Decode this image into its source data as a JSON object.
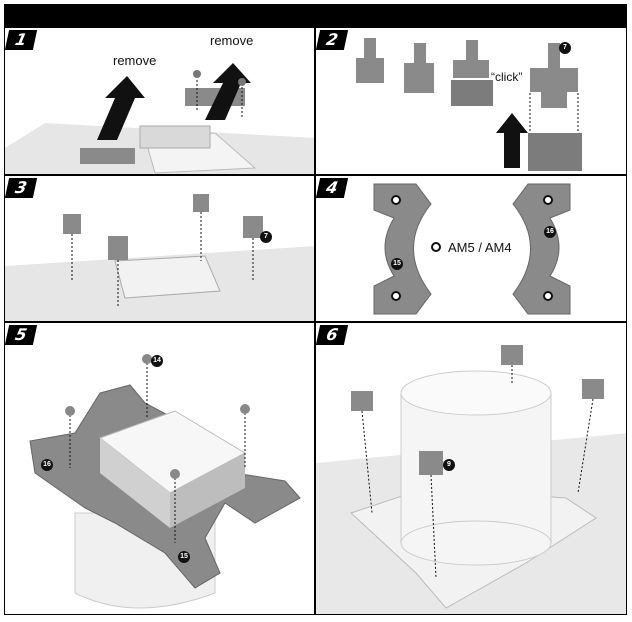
{
  "panels": [
    {
      "step": "1",
      "labels": [
        "remove",
        "remove"
      ]
    },
    {
      "step": "2",
      "labels": [
        "“click”"
      ],
      "callouts": [
        "7"
      ]
    },
    {
      "step": "3",
      "callouts": [
        "7"
      ]
    },
    {
      "step": "4",
      "labels": [
        "AM5 / AM4"
      ],
      "callouts": [
        "15",
        "16"
      ]
    },
    {
      "step": "5",
      "callouts": [
        "14",
        "16",
        "15"
      ]
    },
    {
      "step": "6",
      "callouts": [
        "9"
      ]
    }
  ],
  "colors": {
    "bar": "#000000",
    "part": "#8a8a8a",
    "part_dark": "#6f6f6f",
    "surface": "#e9e9e9"
  }
}
